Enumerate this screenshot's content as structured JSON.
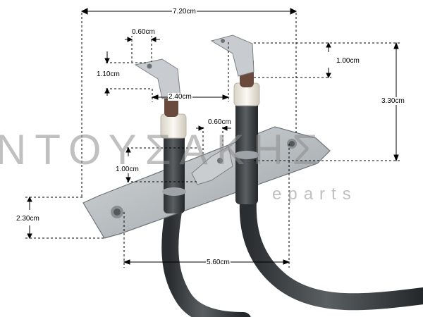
{
  "watermark": {
    "brand": "ΝΤΟΥΣΑΚΗΣ",
    "sub": "eparts",
    "color": "#8d8d8d"
  },
  "dimensions": {
    "overall_width": "7.20cm",
    "terminal_width": "0.60cm",
    "terminal_height_left": "1.10cm",
    "terminal_height_right": "1.00cm",
    "terminal_spacing": "2.40cm",
    "total_height": "3.30cm",
    "clip_width": "0.60cm",
    "clip_height": "1.00cm",
    "bracket_height": "2.30cm",
    "hole_spacing": "5.60cm"
  },
  "colors": {
    "steel": "#b7bcc0",
    "element": "#3f4346",
    "ceramic": "#f2efe6",
    "background": "#ffffff"
  }
}
